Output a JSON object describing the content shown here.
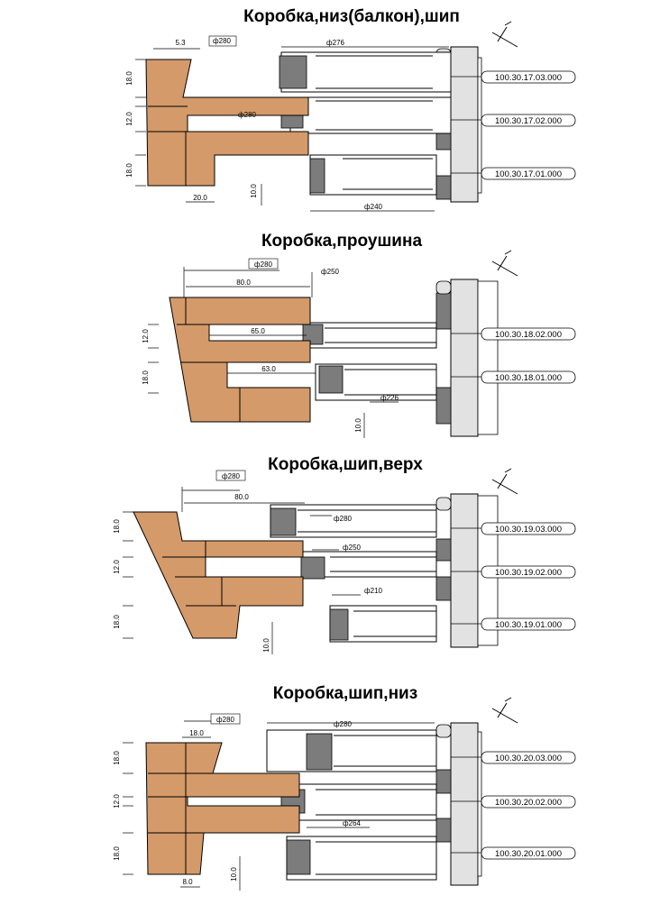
{
  "colors": {
    "wood": "#d49a6a",
    "metal_dark": "#7c7c7c",
    "metal_light": "#e2e2e2",
    "line": "#000000"
  },
  "sections": [
    {
      "id": "s1",
      "title": "Коробка,низ(балкон),шип",
      "labels": {
        "d_top": "ф280",
        "d_over": "ф276",
        "d_mid": "ф280",
        "d_bottom": "ф240",
        "w_top": "5.3",
        "w_bottom": "20.0",
        "h_bottom": "10.0",
        "v1": "18.0",
        "v2": "12.0",
        "v3": "18.0"
      },
      "codes": [
        "100.30.17.03.000",
        "100.30.17.02.000",
        "100.30.17.01.000"
      ]
    },
    {
      "id": "s2",
      "title": "Коробка,проушина",
      "labels": {
        "d_top": "ф280",
        "d_right": "ф250",
        "w_top": "80.0",
        "w_mid": "65.0",
        "w_low": "63.0",
        "d_low": "ф226",
        "h_bottom": "10.0",
        "v1": "12.0",
        "v2": "18.0"
      },
      "codes": [
        "100.30.18.02.000",
        "100.30.18.01.000"
      ]
    },
    {
      "id": "s3",
      "title": "Коробка,шип,верх",
      "labels": {
        "d_top": "ф280",
        "w_top": "80.0",
        "d1": "ф280",
        "d2": "ф250",
        "d3": "ф210",
        "h_bottom": "10.0",
        "v1": "18.0",
        "v2": "12.0",
        "v3": "18.0"
      },
      "codes": [
        "100.30.19.03.000",
        "100.30.19.02.000",
        "100.30.19.01.000"
      ]
    },
    {
      "id": "s4",
      "title": "Коробка,шип,низ",
      "labels": {
        "d_top": "ф280",
        "w_top": "18.0",
        "d_over": "ф280",
        "d_mid": "ф264",
        "w_bottom": "8.0",
        "h_bottom": "10.0",
        "v1": "18.0",
        "v2": "12.0",
        "v3": "18.0"
      },
      "codes": [
        "100.30.20.03.000",
        "100.30.20.02.000",
        "100.30.20.01.000"
      ]
    }
  ]
}
